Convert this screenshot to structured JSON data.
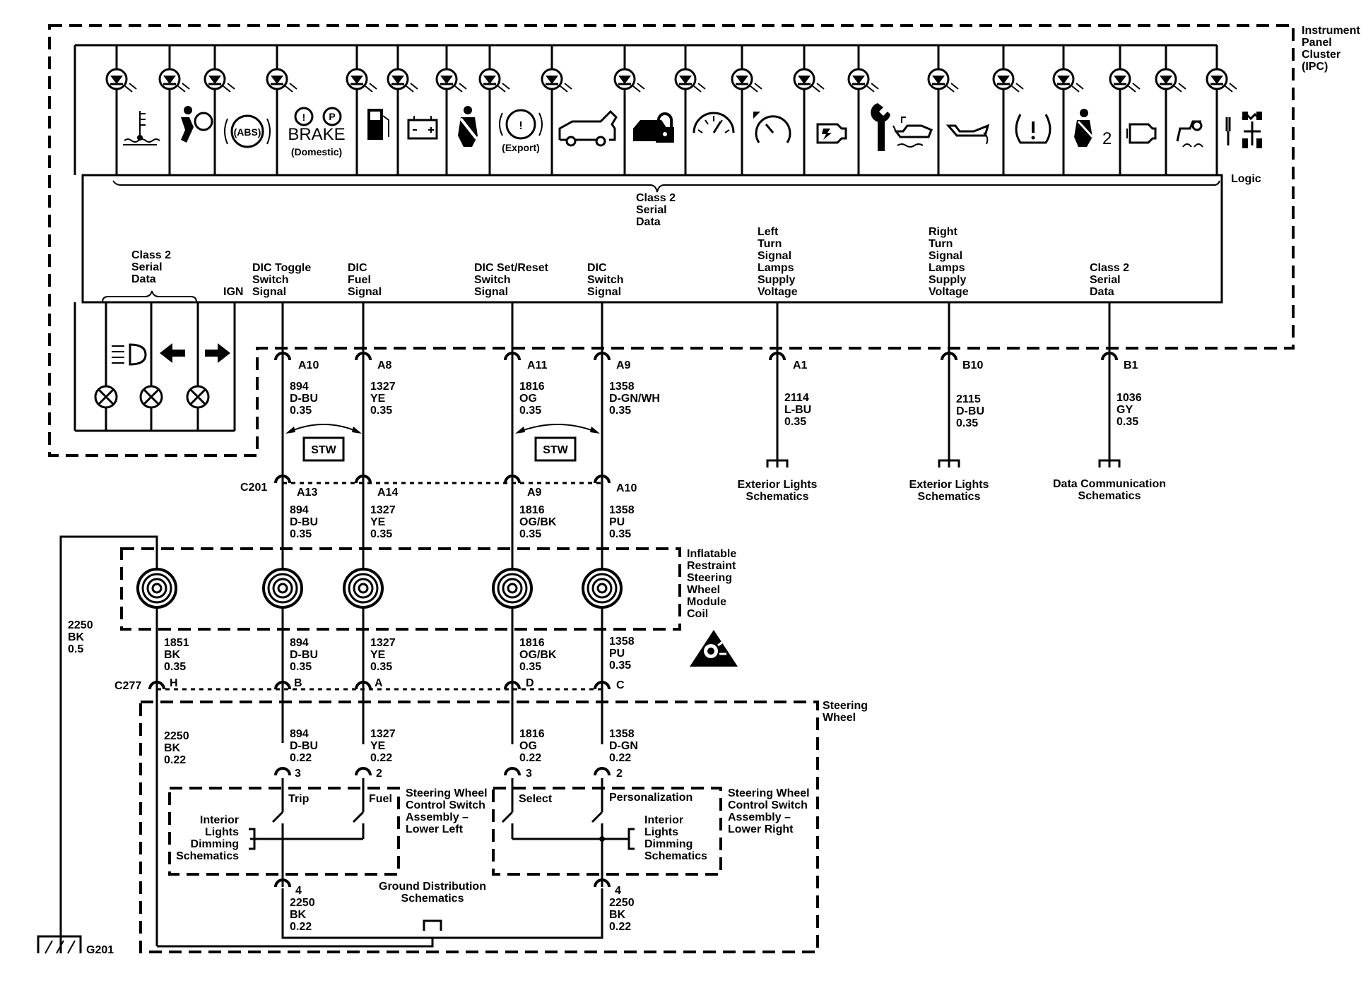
{
  "ipc": {
    "label": [
      "Instrument",
      "Panel",
      "Cluster",
      "(IPC)"
    ],
    "logic": "Logic",
    "class2_top": [
      "Class 2",
      "Serial",
      "Data"
    ],
    "class2_left": [
      "Class 2",
      "Serial",
      "Data"
    ],
    "ign": "IGN",
    "dic_toggle": [
      "DIC Toggle",
      "Switch",
      "Signal"
    ],
    "dic_fuel": [
      "DIC",
      "Fuel",
      "Signal"
    ],
    "dic_set": [
      "DIC Set/Reset",
      "Switch",
      "Signal"
    ],
    "dic_switch": [
      "DIC",
      "Switch",
      "Signal"
    ],
    "left_turn": [
      "Left",
      "Turn",
      "Signal",
      "Lamps",
      "Supply",
      "Voltage"
    ],
    "right_turn": [
      "Right",
      "Turn",
      "Signal",
      "Lamps",
      "Supply",
      "Voltage"
    ],
    "class2_right": [
      "Class 2",
      "Serial",
      "Data"
    ],
    "brake": "BRAKE",
    "domestic": "(Domestic)",
    "export": "(Export)",
    "abs": "(ABS)",
    "two": "2"
  },
  "icons": [
    "coolant-temp-icon",
    "airbag-icon",
    "abs-icon",
    "brake-icon",
    "fuel-icon",
    "battery-icon",
    "seatbelt-icon",
    "export-warning-icon",
    "vehicle-open-icon",
    "security-lock-icon",
    "cruise-speed-icon",
    "speedometer-icon",
    "engine-service-icon",
    "wrench-icon",
    "oil-level-icon",
    "oil-pressure-icon",
    "tire-pressure-icon",
    "passenger-seatbelt-icon",
    "check-engine-icon",
    "traction-icon",
    "4wd-icon"
  ],
  "connectors": {
    "A10": "A10",
    "A8": "A8",
    "A11": "A11",
    "A9": "A9",
    "A1": "A1",
    "B10": "B10",
    "B1": "B1",
    "C201": "C201",
    "A13": "A13",
    "A14": "A14",
    "A9b": "A9",
    "A10b": "A10",
    "C277": "C277",
    "H": "H",
    "B": "B",
    "A": "A",
    "D": "D",
    "C": "C",
    "p3a": "3",
    "p2a": "2",
    "p3b": "3",
    "p2b": "2",
    "p4a": "4",
    "p4b": "4"
  },
  "wires": {
    "w894_top": [
      "894",
      "D-BU",
      "0.35"
    ],
    "w1327_top": [
      "1327",
      "YE",
      "0.35"
    ],
    "w1816_top": [
      "1816",
      "OG",
      "0.35"
    ],
    "w1358_top": [
      "1358",
      "D-GN/WH",
      "0.35"
    ],
    "w2114": [
      "2114",
      "L-BU",
      "0.35"
    ],
    "w2115": [
      "2115",
      "D-BU",
      "0.35"
    ],
    "w1036": [
      "1036",
      "GY",
      "0.35"
    ],
    "w894_mid": [
      "894",
      "D-BU",
      "0.35"
    ],
    "w1327_mid": [
      "1327",
      "YE",
      "0.35"
    ],
    "w1816_mid": [
      "1816",
      "OG/BK",
      "0.35"
    ],
    "w1358_mid": [
      "1358",
      "PU",
      "0.35"
    ],
    "w2250_left": [
      "2250",
      "BK",
      "0.5"
    ],
    "w1851": [
      "1851",
      "BK",
      "0.35"
    ],
    "w894_low": [
      "894",
      "D-BU",
      "0.35"
    ],
    "w1327_low": [
      "1327",
      "YE",
      "0.35"
    ],
    "w1816_low": [
      "1816",
      "OG/BK",
      "0.35"
    ],
    "w1358_low": [
      "1358",
      "PU",
      "0.35"
    ],
    "w2250_sw": [
      "2250",
      "BK",
      "0.22"
    ],
    "w894_sw": [
      "894",
      "D-BU",
      "0.22"
    ],
    "w1327_sw": [
      "1327",
      "YE",
      "0.22"
    ],
    "w1816_sw": [
      "1816",
      "OG",
      "0.22"
    ],
    "w1358_sw": [
      "1358",
      "D-GN",
      "0.22"
    ],
    "w2250_a": [
      "2250",
      "BK",
      "0.22"
    ],
    "w2250_b": [
      "2250",
      "BK",
      "0.22"
    ]
  },
  "stw": "STW",
  "refs": {
    "ext_left": [
      "Exterior Lights",
      "Schematics"
    ],
    "ext_right": [
      "Exterior Lights",
      "Schematics"
    ],
    "data_comm": [
      "Data Communication",
      "Schematics"
    ],
    "interior_left": [
      "Interior",
      "Lights",
      "Dimming",
      "Schematics"
    ],
    "interior_right": [
      "Interior",
      "Lights",
      "Dimming",
      "Schematics"
    ],
    "ground_dist": [
      "Ground Distribution",
      "Schematics"
    ]
  },
  "modules": {
    "coil": [
      "Inflatable",
      "Restraint",
      "Steering",
      "Wheel",
      "Module",
      "Coil"
    ],
    "steering_wheel": [
      "Steering",
      "Wheel"
    ],
    "sw_lower_left": [
      "Steering Wheel",
      "Control Switch",
      "Assembly –",
      "Lower Left"
    ],
    "sw_lower_right": [
      "Steering Wheel",
      "Control Switch",
      "Assembly –",
      "Lower Right"
    ]
  },
  "switches": {
    "trip": "Trip",
    "fuel": "Fuel",
    "select": "Select",
    "personalization": "Personalization"
  },
  "ground": "G201"
}
